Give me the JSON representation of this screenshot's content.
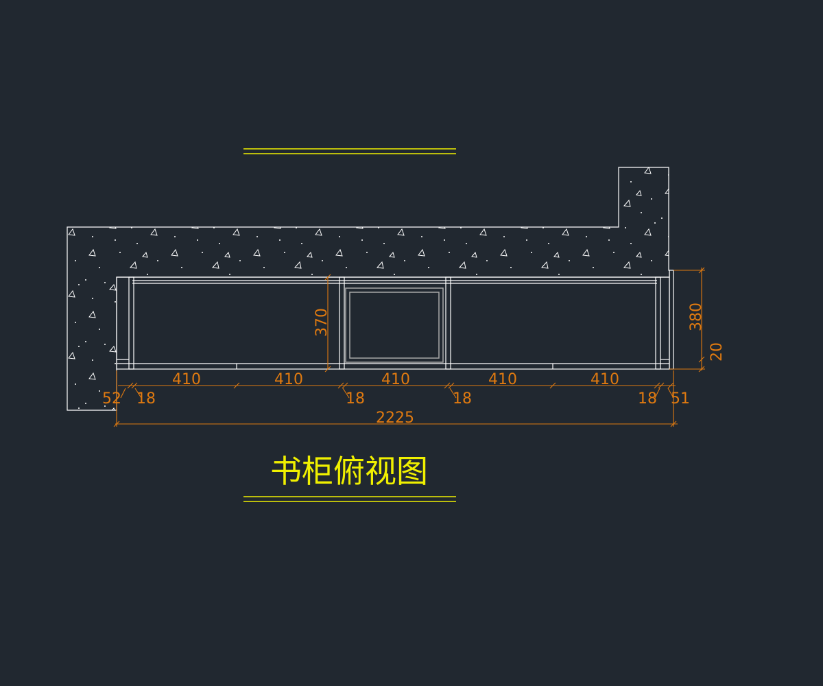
{
  "drawing": {
    "title": "书柜俯视图",
    "colors": {
      "background": "#212830",
      "outline": "#ffffff",
      "dimension": "#e07a10",
      "title": "#f0f000",
      "underline": "#f0f000",
      "inner_frame": "#a8a8a8"
    }
  },
  "dimensions": {
    "compartment_widths": [
      "410",
      "410",
      "410",
      "410",
      "410"
    ],
    "left_offset": "52",
    "right_offset": "51",
    "panel_thicknesses": [
      "18",
      "18",
      "18",
      "18"
    ],
    "overall_width": "2225",
    "cabinet_depth": "370",
    "total_depth": "380",
    "back_gap": "20"
  }
}
